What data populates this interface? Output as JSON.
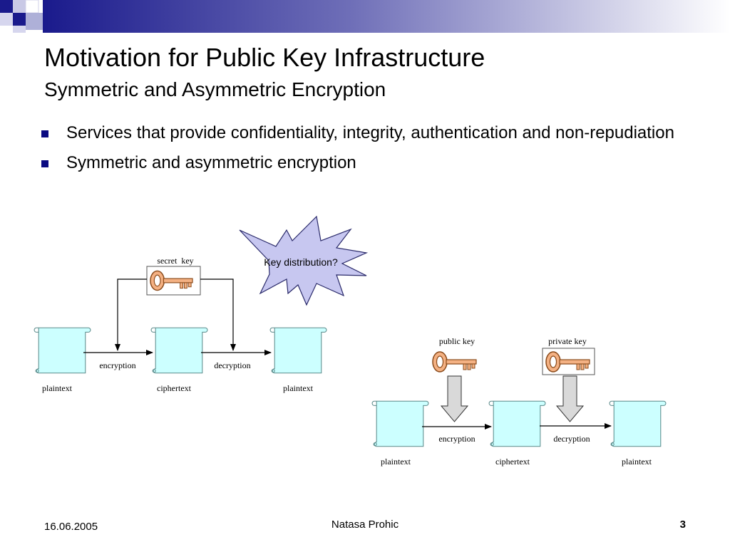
{
  "slide": {
    "title": "Motivation for Public Key Infrastructure",
    "subtitle": "Symmetric and Asymmetric Encryption",
    "bullets": [
      "Services that provide confidentiality, integrity, authentication and non-repudiation",
      "Symmetric and asymmetric encryption"
    ]
  },
  "symmetric": {
    "key_label": "secret  key",
    "starburst_label": "Key distribution?",
    "doc_labels": [
      "plaintext",
      "ciphertext",
      "plaintext"
    ],
    "arrow_labels": [
      "encryption",
      "decryption"
    ]
  },
  "asymmetric": {
    "public_key_label": "public key",
    "private_key_label": "private key",
    "doc_labels": [
      "plaintext",
      "ciphertext",
      "plaintext"
    ],
    "arrow_labels": [
      "encryption",
      "decryption"
    ]
  },
  "footer": {
    "date": "16.06.2005",
    "author": "Natasa Prohic",
    "page": "3"
  },
  "colors": {
    "bullet": "#0b0b82",
    "scroll_fill": "#ccffff",
    "key_fill": "#f4b183",
    "starburst_fill": "#c7c7f0"
  }
}
